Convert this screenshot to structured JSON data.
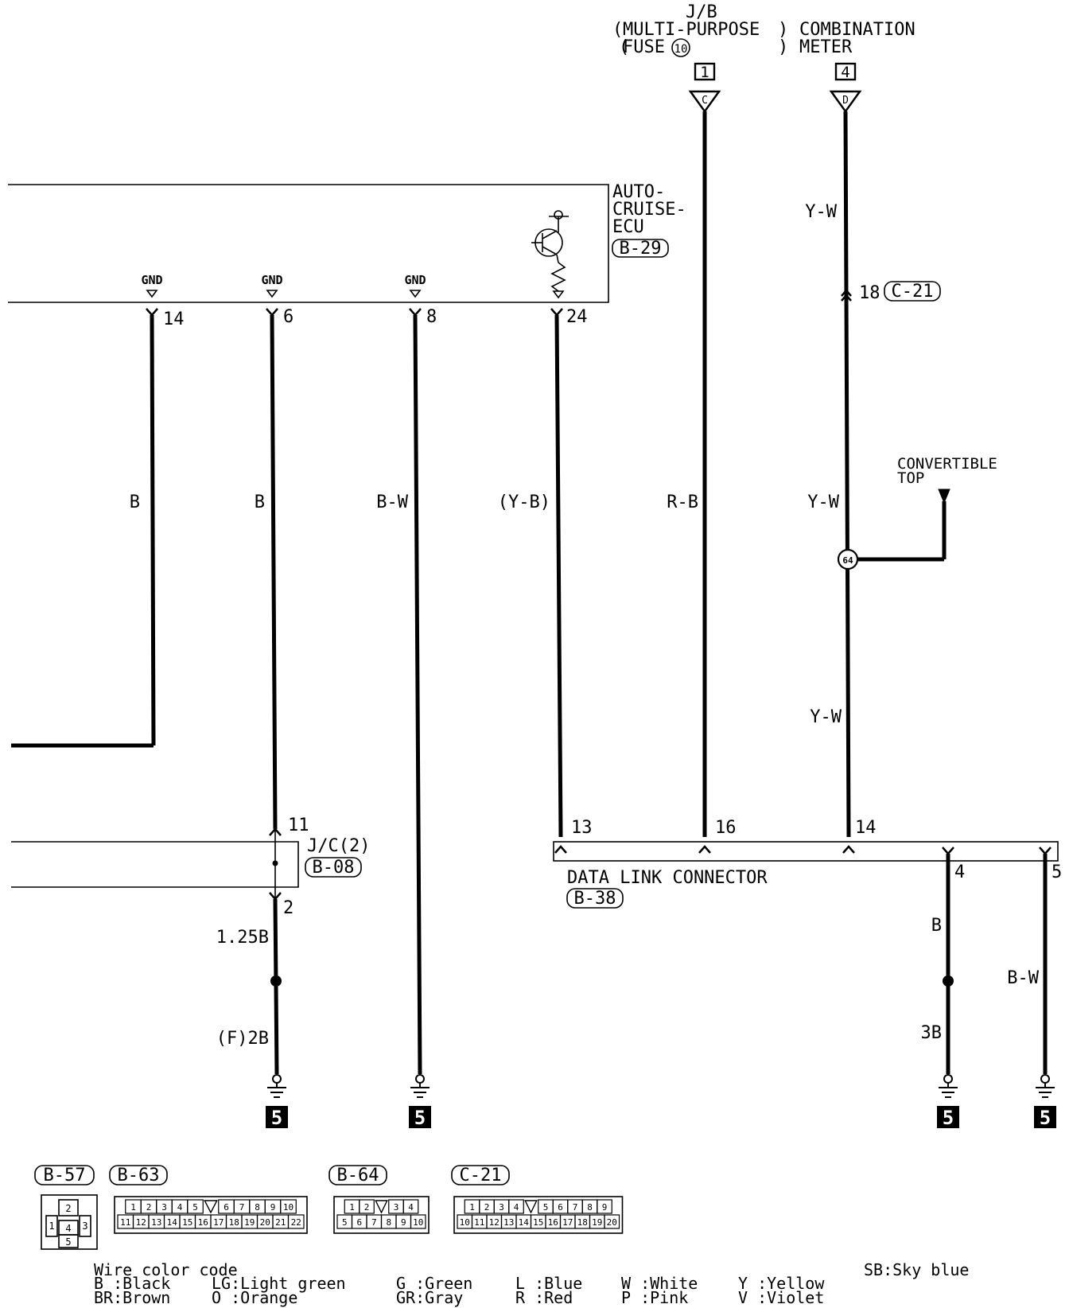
{
  "header": {
    "jb_title": "J/B",
    "jb_fuse_line1": "MULTI-PURPOSE",
    "jb_fuse_line2": "FUSE",
    "jb_fuse_number": "10",
    "jb_connector_pin": "1",
    "jb_connector_letter": "C",
    "meter_line1": "COMBINATION",
    "meter_line2": "METER",
    "meter_connector_pin": "4",
    "meter_connector_letter": "D"
  },
  "ecu": {
    "name_line1": "AUTO-",
    "name_line2": "CRUISE-",
    "name_line3": "ECU",
    "connector": "B-29",
    "gnd_label": "GND",
    "pins": [
      "14",
      "6",
      "8",
      "24"
    ]
  },
  "wires": {
    "pin14_color": "B",
    "pin6_color": "B",
    "pin8_color": "B-W",
    "pin24_color": "(Y-B)",
    "fuse_color": "R-B",
    "meter_color_upper": "Y-W",
    "meter_color_mid": "Y-W",
    "meter_color_lower": "Y-W",
    "jc_out_color": "1.25B",
    "ground_color": "(F)2B",
    "dlc4_color": "B",
    "dlc4_ground_color": "3B",
    "dlc5_color": "B-W"
  },
  "c21_inline": {
    "pin": "18",
    "connector": "C-21"
  },
  "convertible": {
    "line1": "CONVERTIBLE",
    "line2": "TOP",
    "splice": "64"
  },
  "jc": {
    "name": "J/C(2)",
    "connector": "B-08",
    "in_pin": "11",
    "out_pin": "2"
  },
  "dlc": {
    "name": "DATA LINK CONNECTOR",
    "connector": "B-38",
    "pins": [
      "13",
      "16",
      "14",
      "4",
      "5"
    ]
  },
  "ground_point": "5",
  "connector_views": [
    {
      "id": "B-57",
      "pins": [
        "1",
        "2",
        "3",
        "4",
        "5"
      ]
    },
    {
      "id": "B-63",
      "row1": [
        "1",
        "2",
        "3",
        "4",
        "5",
        "",
        "6",
        "7",
        "8",
        "9",
        "10"
      ],
      "row2": [
        "11",
        "12",
        "13",
        "14",
        "15",
        "16",
        "17",
        "18",
        "19",
        "20",
        "21",
        "22"
      ]
    },
    {
      "id": "B-64",
      "row1": [
        "1",
        "2",
        "",
        "3",
        "4"
      ],
      "row2": [
        "5",
        "6",
        "7",
        "8",
        "9",
        "10"
      ]
    },
    {
      "id": "C-21",
      "row1": [
        "1",
        "2",
        "3",
        "4",
        "",
        "5",
        "6",
        "7",
        "8",
        "9"
      ],
      "row2": [
        "10",
        "11",
        "12",
        "13",
        "14",
        "15",
        "16",
        "17",
        "18",
        "19",
        "20"
      ]
    }
  ],
  "wire_color_code": {
    "title": "Wire color code",
    "entries": [
      [
        "B :Black",
        "BR:Brown"
      ],
      [
        "LG:Light green",
        "O :Orange"
      ],
      [
        "G :Green",
        "GR:Gray"
      ],
      [
        "L :Blue",
        "R :Red"
      ],
      [
        "W :White",
        "P :Pink"
      ],
      [
        "Y :Yellow",
        "V :Violet"
      ],
      [
        "SB:Sky blue",
        ""
      ]
    ]
  }
}
